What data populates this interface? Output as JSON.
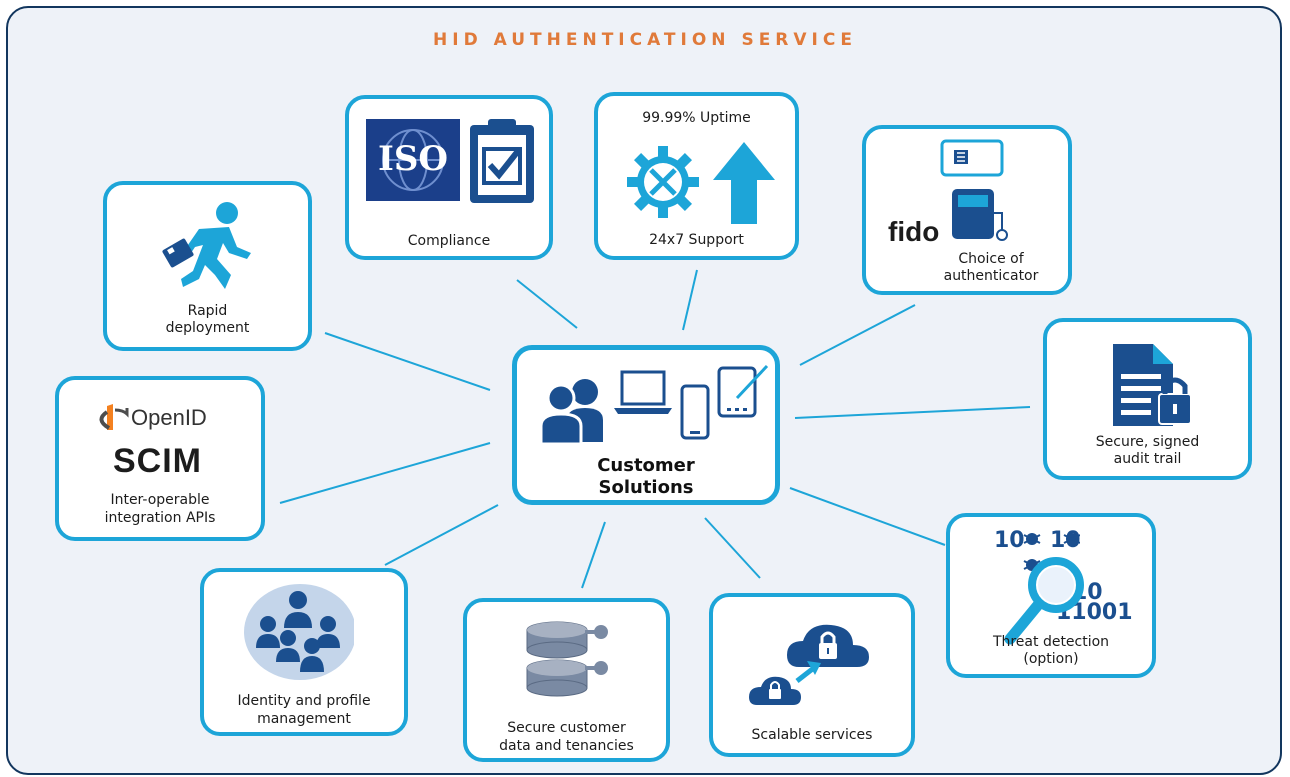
{
  "title": "HID AUTHENTICATION SERVICE",
  "colors": {
    "border": "#1da5d8",
    "frame": "#12365e",
    "title": "#e07a3a",
    "icon_dark": "#1b4f8f",
    "icon_light": "#1da5d8",
    "background": "#eef2f8"
  },
  "center": {
    "label_line1": "Customer",
    "label_line2": "Solutions",
    "icons": [
      "people-icon",
      "laptop-icon",
      "phone-icon",
      "tablet-icon"
    ]
  },
  "nodes": {
    "rapid_deployment": {
      "line1": "Rapid",
      "line2": "deployment",
      "icon": "running-man-briefcase-icon"
    },
    "compliance": {
      "line1": "Compliance",
      "iso": "ISO",
      "icon": "iso-clipboard-icon"
    },
    "support": {
      "top": "99.99% Uptime",
      "bottom": "24x7 Support",
      "icon": "gear-tools-arrow-icon"
    },
    "authenticator": {
      "line1": "Choice of",
      "line2": "authenticator",
      "fido": "fido",
      "icon": "card-token-icon"
    },
    "audit_trail": {
      "line1": "Secure, signed",
      "line2": "audit trail",
      "icon": "locked-document-icon"
    },
    "apis": {
      "openid": "OpenID",
      "scim": "SCIM",
      "line1": "Inter-operable",
      "line2": "integration APIs",
      "icon": "openid-logo-icon"
    },
    "identity": {
      "line1": "Identity and profile",
      "line2": "management",
      "icon": "group-people-icon"
    },
    "customer_data": {
      "line1": "Secure customer",
      "line2": "data and tenancies",
      "icon": "database-keys-icon"
    },
    "scalable": {
      "line1": "Scalable services",
      "icon": "cloud-lock-icon"
    },
    "threat": {
      "line1": "Threat detection",
      "line2": "(option)",
      "bin1": "10",
      "bin2": "10",
      "bin3": "10",
      "bin4": "11001",
      "icon": "magnifier-bug-icon"
    }
  }
}
